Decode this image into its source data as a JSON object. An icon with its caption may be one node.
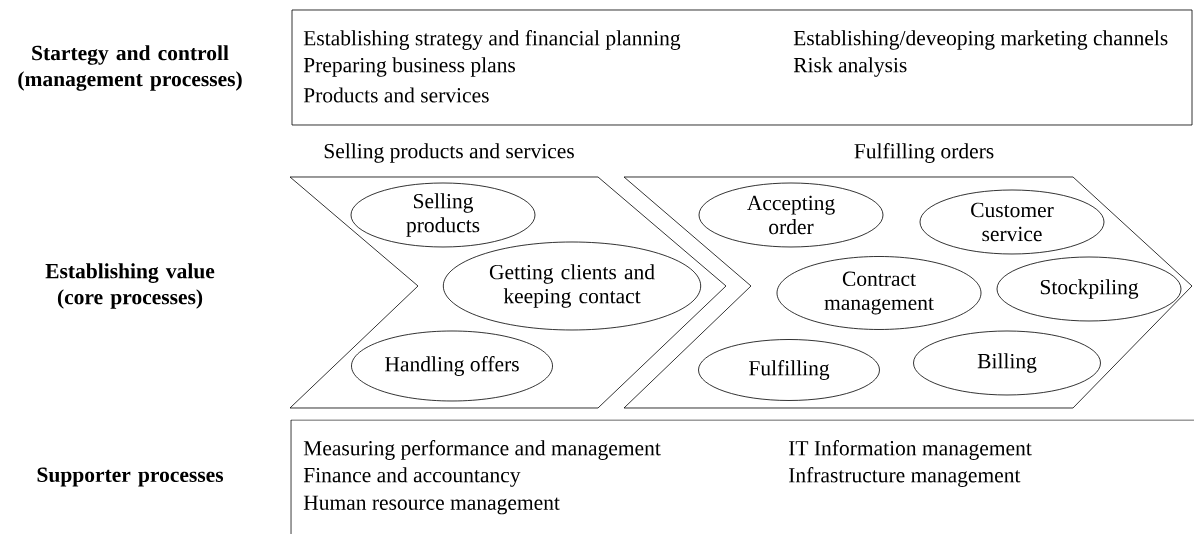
{
  "diagram": {
    "nodes": [
      {
        "text": [
          "Establishing strategy and financial planning",
          "Preparing business plans",
          "Products and services",
          "Establishing/deveoping marketing channels",
          "Risk analysis"
        ]
      },
      {
        "text": [
          "Selling products and services"
        ]
      },
      {
        "text": [
          "Selling products"
        ],
        "in": 1
      },
      {
        "text": [
          "Getting clients and keeping contact"
        ],
        "in": 1
      },
      {
        "text": [
          "Handling offers"
        ],
        "in": 1
      },
      {
        "text": [
          "Fulfilling orders"
        ]
      },
      {
        "text": [
          "Accepting order"
        ],
        "in": 5
      },
      {
        "text": [
          "Customer service"
        ],
        "in": 5
      },
      {
        "text": [
          "Contract management"
        ],
        "in": 5
      },
      {
        "text": [
          "Stockpiling"
        ],
        "in": 5
      },
      {
        "text": [
          "Fulfilling"
        ],
        "in": 5
      },
      {
        "text": [
          "Billing"
        ],
        "in": 5
      },
      {
        "text": [
          "Measuring performance and management",
          "Finance and accountancy",
          "Human resource management",
          "IT Information management",
          "Infrastructure management"
        ]
      }
    ],
    "labels": [
      "Startegy and controll (management processes)",
      "Establishing value (core processes)",
      "Supporter processes"
    ]
  }
}
